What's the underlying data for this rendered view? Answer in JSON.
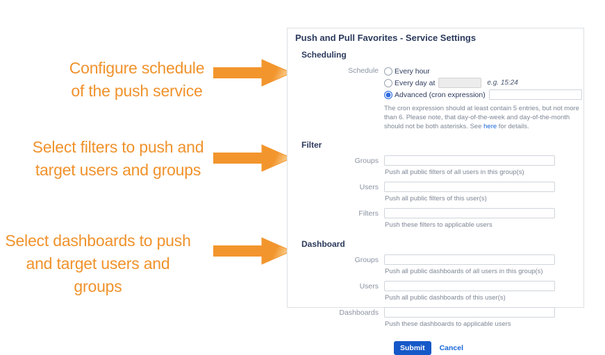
{
  "colors": {
    "accent_orange": "#F0922B",
    "navy": "#2B3A5C",
    "label_gray": "#8A93A3",
    "help_gray": "#7D8695",
    "link_blue": "#1665D8",
    "button_blue": "#1558C8",
    "radio_blue": "#2E6BE0"
  },
  "annotations": [
    {
      "lines": [
        "Configure schedule",
        "of the push service"
      ]
    },
    {
      "lines": [
        "Select filters to push and",
        "target users and groups"
      ]
    },
    {
      "lines": [
        "Select dashboards to push",
        "and target users and groups"
      ]
    }
  ],
  "panel": {
    "title": "Push and Pull Favorites - Service Settings",
    "scheduling": {
      "heading": "Scheduling",
      "label": "Schedule",
      "options": [
        {
          "label": "Every hour",
          "selected": false
        },
        {
          "label": "Every day at",
          "selected": false,
          "hint": "e.g. 15:24",
          "time_value": ""
        },
        {
          "label": "Advanced (cron expression)",
          "selected": true,
          "cron_value": ""
        }
      ],
      "note_pre": "The cron expression should at least contain 5 entries, but not more than 6. Please note, that day-of-the-week and day-of-the-month should not be both asterisks. See ",
      "note_link": "here",
      "note_post": " for details."
    },
    "filter": {
      "heading": "Filter",
      "rows": [
        {
          "label": "Groups",
          "value": "",
          "help": "Push all public filters of all users in this group(s)"
        },
        {
          "label": "Users",
          "value": "",
          "help": "Push all public filters of this user(s)"
        },
        {
          "label": "Filters",
          "value": "",
          "help": "Push these filters to applicable users"
        }
      ]
    },
    "dashboard": {
      "heading": "Dashboard",
      "rows": [
        {
          "label": "Groups",
          "value": "",
          "help": "Push all public dashboards of all users in this group(s)"
        },
        {
          "label": "Users",
          "value": "",
          "help": "Push all public dashboards of this user(s)"
        },
        {
          "label": "Dashboards",
          "value": "",
          "help": "Push these dashboards to applicable users"
        }
      ]
    },
    "actions": {
      "submit": "Submit",
      "cancel": "Cancel"
    }
  }
}
